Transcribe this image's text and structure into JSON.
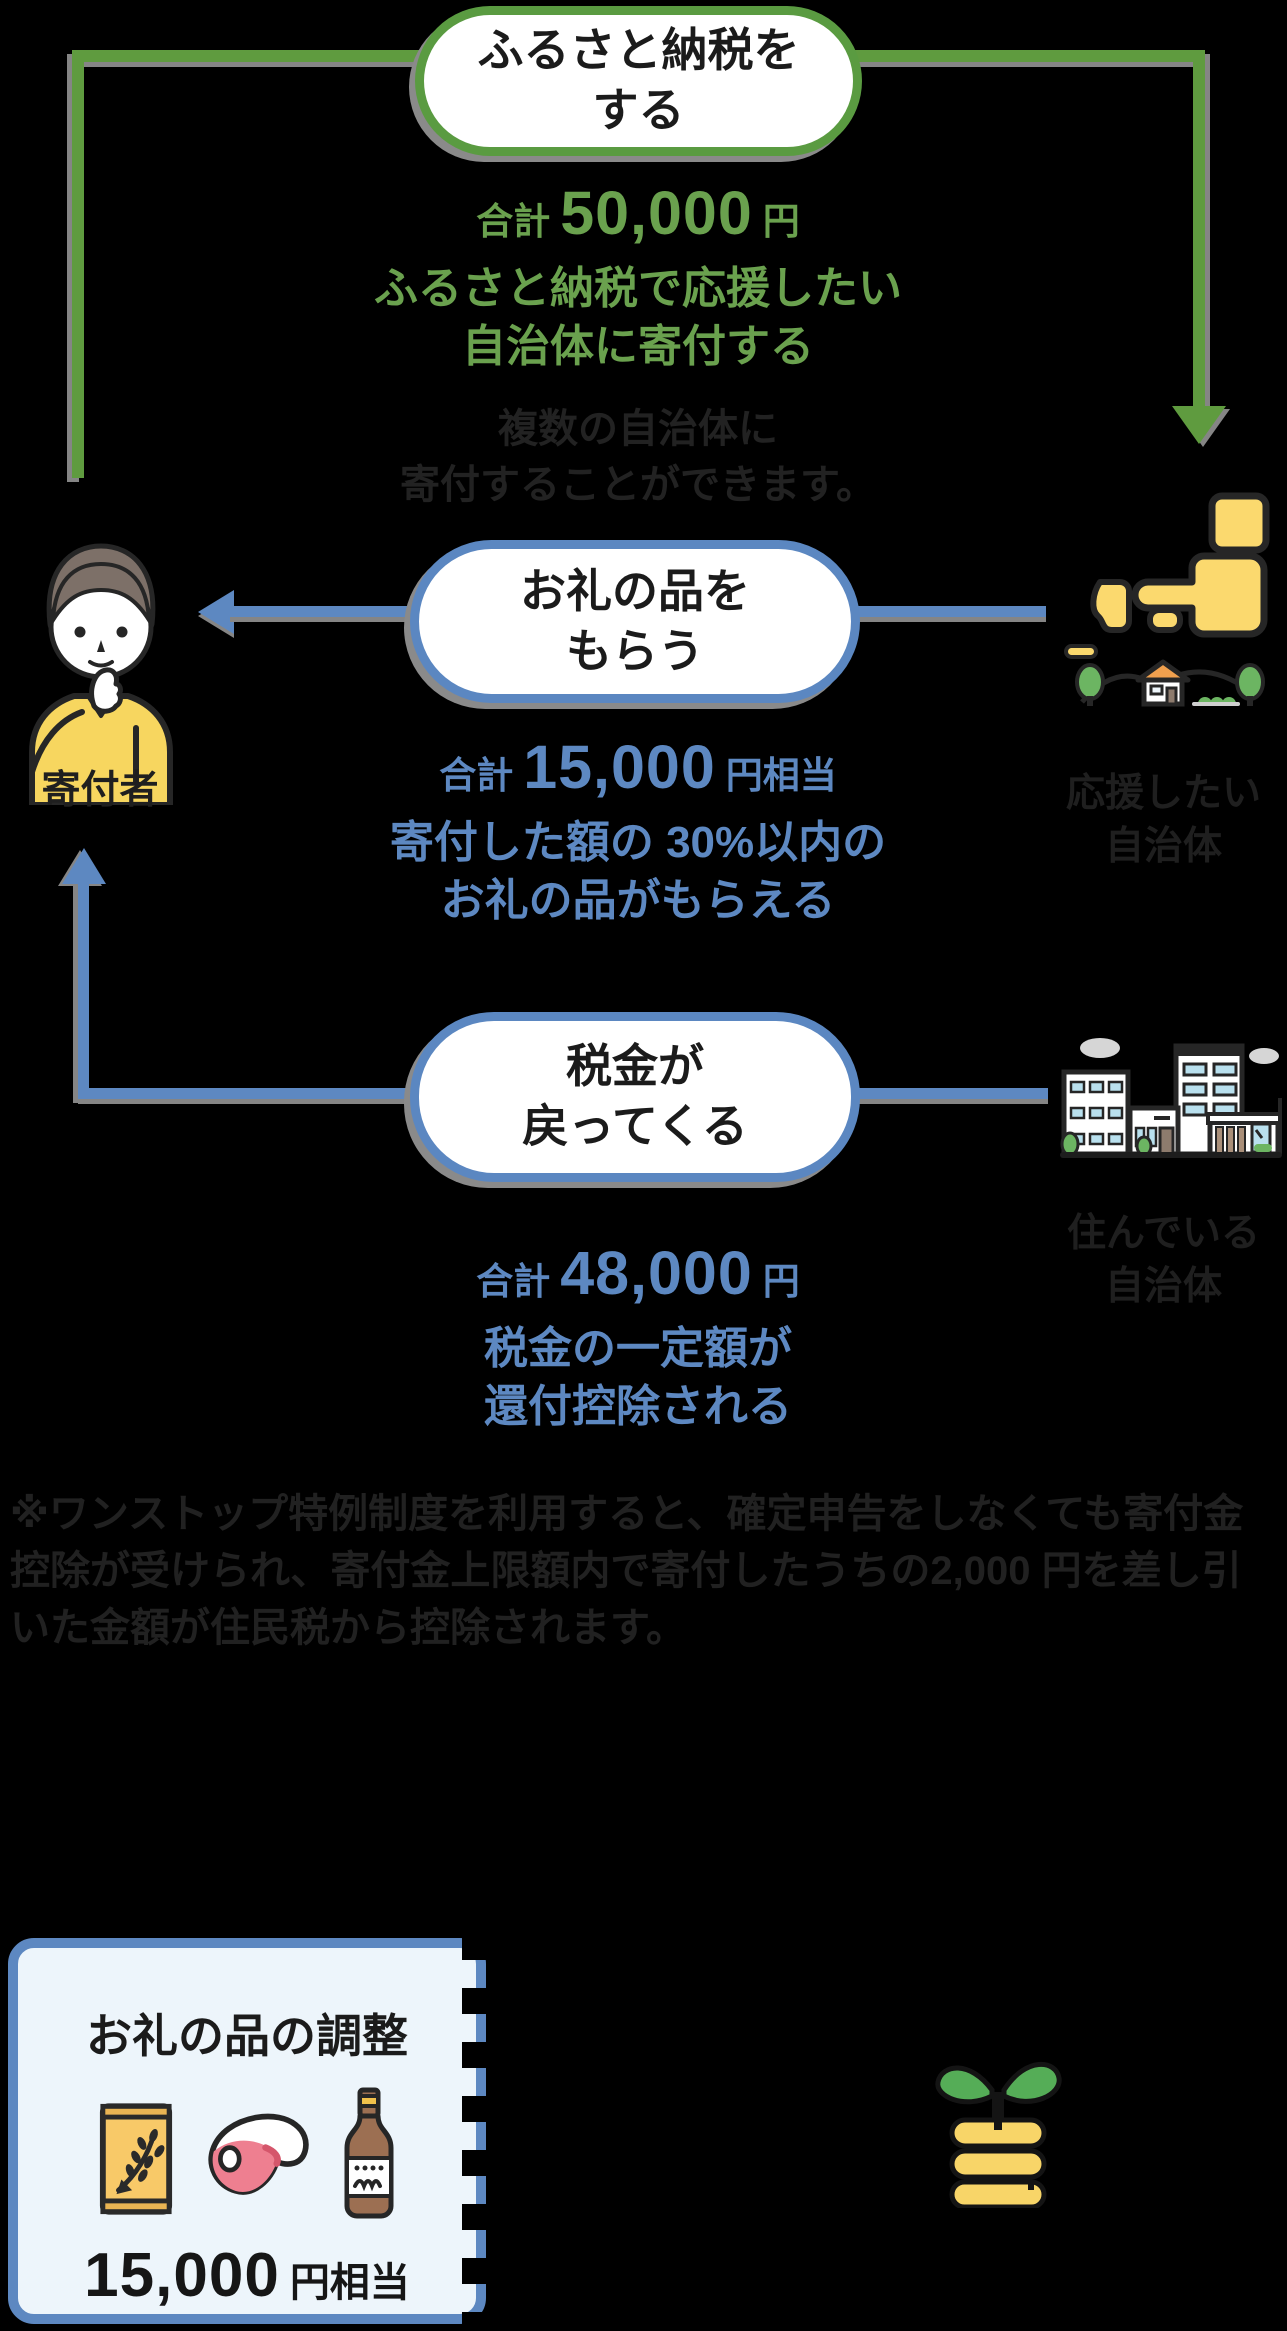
{
  "flow": {
    "donor": {
      "label": "寄付者"
    },
    "support_municipality": {
      "line1": "応援したい",
      "line2": "自治体"
    },
    "home_municipality": {
      "line1": "住んでいる",
      "line2": "自治体"
    },
    "steps": [
      {
        "bubble": [
          "ふるさと納税を",
          "する"
        ],
        "amount_prefix": "合計",
        "amount": "50,000",
        "amount_suffix": "円",
        "desc": [
          "ふるさと納税で応援したい",
          "自治体に寄付する"
        ],
        "note": [
          "複数の自治体に",
          "寄付することができます。"
        ]
      },
      {
        "bubble": [
          "お礼の品を",
          "もらう"
        ],
        "amount_prefix": "合計",
        "amount": "15,000",
        "amount_suffix": "円相当",
        "desc": [
          "寄付した額の 30%以内の",
          "お礼の品がもらえる"
        ]
      },
      {
        "bubble": [
          "税金が",
          "戻ってくる"
        ],
        "amount_prefix": "合計",
        "amount": "48,000",
        "amount_suffix": "円",
        "desc": [
          "税金の一定額が",
          "還付控除される"
        ]
      }
    ],
    "footnote": "※ワンストップ特例制度を利用すると、確定申告をしなくても寄付金控除が受けられ、寄付金上限額内で寄付したうちの2,000 円を差し引いた金額が住民税から控除されます。"
  },
  "gift_card": {
    "title": "お礼の品の調整",
    "amount": "15,000",
    "amount_suffix": "円相当",
    "icons": [
      "rice-bag-icon",
      "meat-icon",
      "bottle-icon"
    ]
  },
  "icons": [
    "donor-person-icon",
    "japan-map-icon",
    "village-icon",
    "city-buildings-icon",
    "coins-sprout-icon"
  ],
  "colors": {
    "background": "#000000",
    "green_line": "#5f9b3f",
    "green_text": "#6aa14e",
    "blue": "#5d88c1",
    "shadow_gray": "#858585",
    "dark_text": "#212121",
    "card_bg": "#edf5fb",
    "map_yellow": "#fbd96e",
    "coin_yellow": "#f8d568",
    "sprout_green": "#55ad57",
    "shirt_yellow": "#f7d65f"
  }
}
